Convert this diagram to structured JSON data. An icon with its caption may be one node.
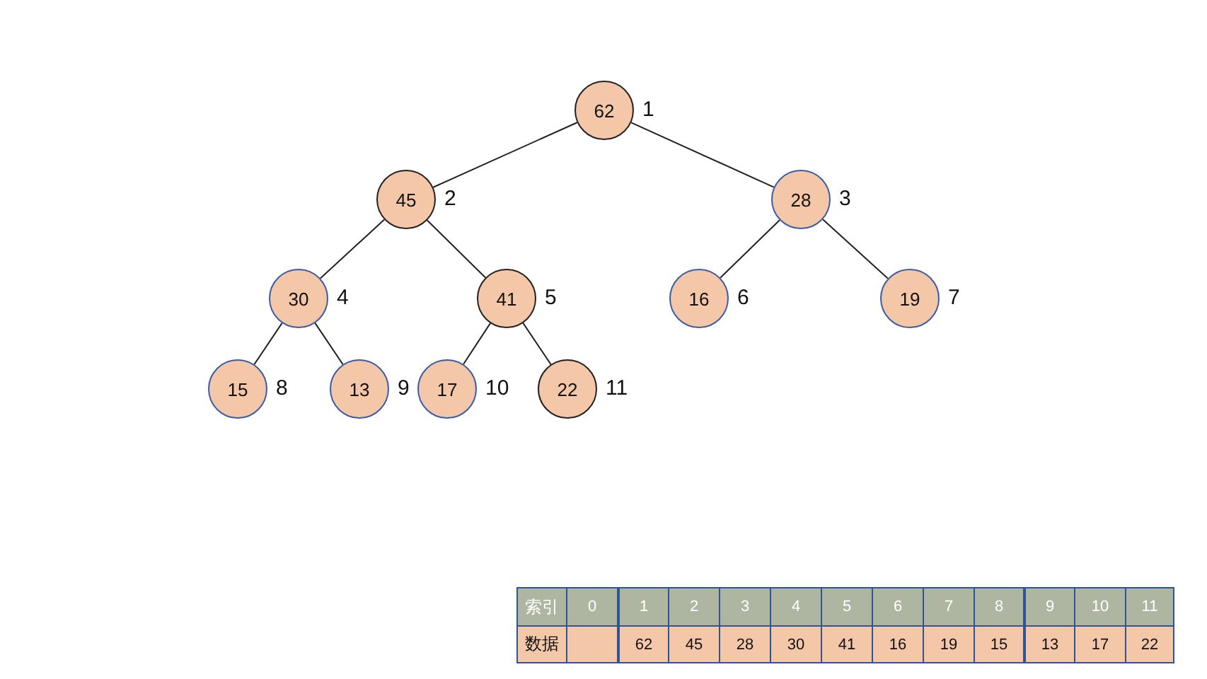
{
  "diagram": {
    "nodes": [
      {
        "text": [
          "62"
        ],
        "beside": [
          "1"
        ]
      },
      {
        "text": [
          "45"
        ],
        "beside": [
          "2"
        ]
      },
      {
        "text": [
          "28"
        ],
        "beside": [
          "3"
        ]
      },
      {
        "text": [
          "30"
        ],
        "beside": [
          "4"
        ]
      },
      {
        "text": [
          "41"
        ],
        "beside": [
          "5"
        ]
      },
      {
        "text": [
          "16"
        ],
        "beside": [
          "6"
        ]
      },
      {
        "text": [
          "19"
        ],
        "beside": [
          "7"
        ]
      },
      {
        "text": [
          "15"
        ],
        "beside": [
          "8"
        ]
      },
      {
        "text": [
          "13"
        ],
        "beside": [
          "9"
        ]
      },
      {
        "text": [
          "17"
        ],
        "beside": [
          "10"
        ]
      },
      {
        "text": [
          "22"
        ],
        "beside": [
          "11"
        ]
      }
    ],
    "edges": [
      {
        "from": 0,
        "to": 1,
        "arrow": "none"
      },
      {
        "from": 0,
        "to": 2,
        "arrow": "none"
      },
      {
        "from": 1,
        "to": 3,
        "arrow": "none"
      },
      {
        "from": 1,
        "to": 4,
        "arrow": "none"
      },
      {
        "from": 2,
        "to": 5,
        "arrow": "none"
      },
      {
        "from": 2,
        "to": 6,
        "arrow": "none"
      },
      {
        "from": 3,
        "to": 7,
        "arrow": "none"
      },
      {
        "from": 3,
        "to": 8,
        "arrow": "none"
      },
      {
        "from": 4,
        "to": 9,
        "arrow": "none"
      },
      {
        "from": 4,
        "to": 10,
        "arrow": "none"
      }
    ],
    "labels": [
      "索引",
      "0",
      "1",
      "2",
      "3",
      "4",
      "5",
      "6",
      "7",
      "8",
      "9",
      "10",
      "11",
      "数据",
      "62",
      "45",
      "28",
      "30",
      "41",
      "16",
      "19",
      "15",
      "13",
      "17",
      "22"
    ]
  }
}
